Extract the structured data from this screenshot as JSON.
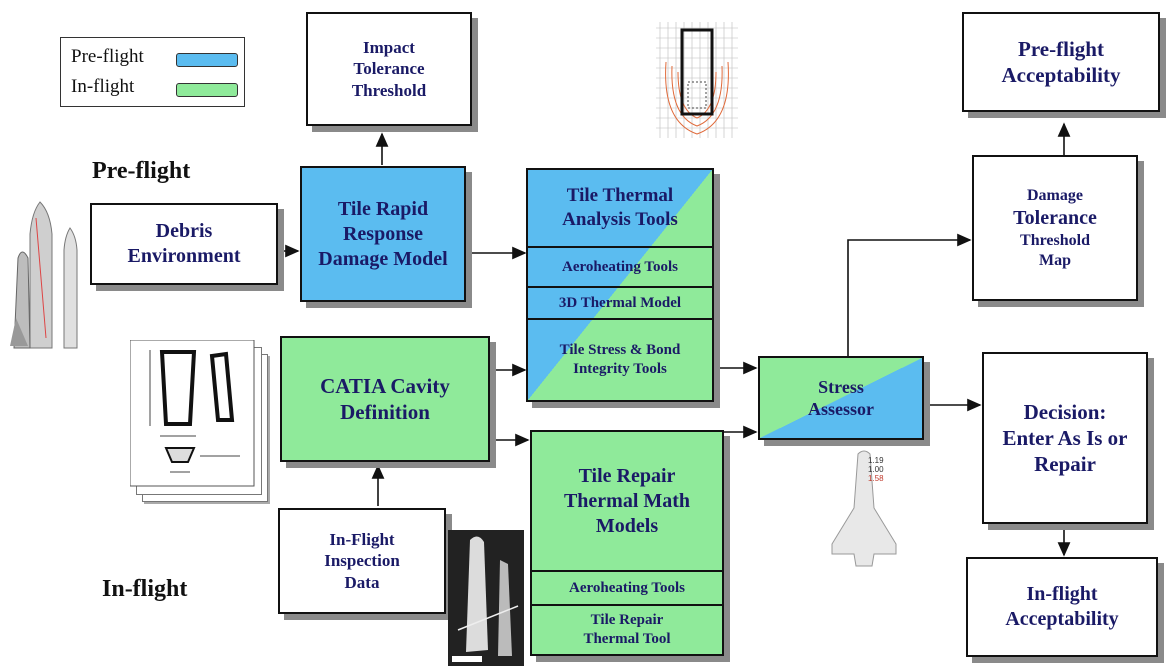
{
  "legend": {
    "preflight_label": "Pre-flight",
    "inflight_label": "In-flight",
    "preflight_color": "#5bbcf0",
    "inflight_color": "#8fea9a"
  },
  "section_labels": {
    "preflight": "Pre-flight",
    "inflight": "In-flight"
  },
  "nodes": {
    "impact_tolerance": "Impact Tolerance Threshold",
    "debris_environment": "Debris Environment",
    "tile_rapid_response": "Tile Rapid Response Damage Model",
    "catia": "CATIA Cavity Definition",
    "inflight_inspection": "In-Flight Inspection Data",
    "thermal_tools_title": "Tile  Thermal Analysis Tools",
    "aeroheating_1": "Aeroheating Tools",
    "thermal_3d": "3D Thermal Model",
    "tile_stress": "Tile Stress & Bond Integrity Tools",
    "repair_title": "Tile Repair Thermal Math Models",
    "aeroheating_2": "Aeroheating Tools",
    "repair_tool": "Tile Repair Thermal Tool",
    "stress_assessor": "Stress Assessor",
    "damage_line1": "Damage",
    "damage_line2": "Tolerance",
    "damage_line3": "Threshold",
    "damage_line4": "Map",
    "preflight_accept": "Pre-flight Acceptability",
    "decision": "Decision: Enter As Is or Repair",
    "inflight_accept": "In-flight Acceptability"
  },
  "figure_values": [
    "1.19",
    "1.00",
    "1.58"
  ],
  "icons": [
    "shuttle-stack-icon",
    "tile-drawing-icon",
    "thermal-grid-icon",
    "inspection-photo-icon",
    "orbiter-icon"
  ]
}
